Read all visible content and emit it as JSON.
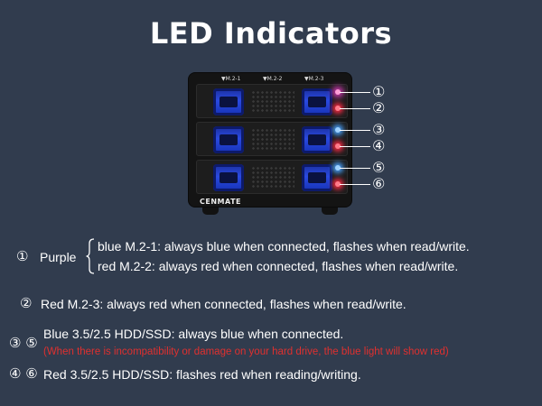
{
  "title": "LED Indicators",
  "device": {
    "brand": "CENMATE",
    "slot_labels": [
      "▼M.2-1",
      "▼M.2-2",
      "▼M.2-3"
    ],
    "callouts": [
      "①",
      "②",
      "③",
      "④",
      "⑤",
      "⑥"
    ]
  },
  "legend": {
    "row1": {
      "marker": "①",
      "label": "Purple",
      "line_a": "blue M.2-1: always blue when connected, flashes when read/write.",
      "line_b": "red M.2-2: always red when connected, flashes when read/write."
    },
    "row2": {
      "marker": "②",
      "text": "Red M.2-3: always red when connected, flashes when read/write."
    },
    "row3": {
      "marker": "③ ⑤",
      "text": "Blue 3.5/2.5 HDD/SSD: always blue when connected.",
      "warning": "(When there is incompatibility or damage on your hard drive, the blue light will show red)"
    },
    "row4": {
      "marker": "④ ⑥",
      "text": "Red 3.5/2.5 HDD/SSD: flashes red when reading/writing."
    }
  },
  "colors": {
    "background": "#313c4e",
    "warning_text": "#e0302f",
    "handle_blue": "#2a4ae0"
  }
}
